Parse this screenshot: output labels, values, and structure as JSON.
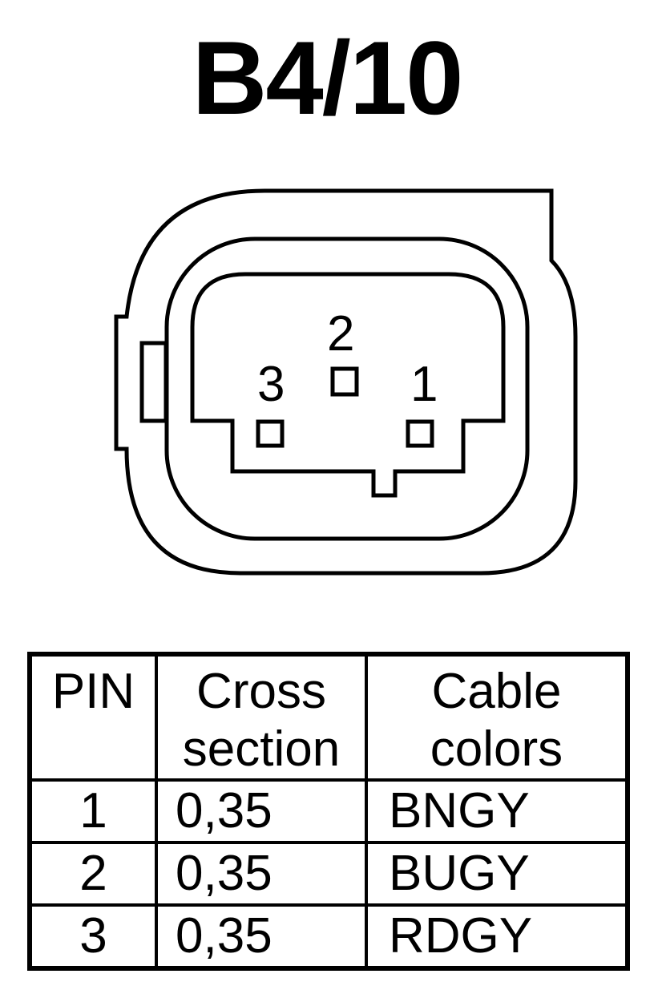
{
  "title": "B4/10",
  "connector": {
    "pin_labels": [
      "1",
      "2",
      "3"
    ]
  },
  "table": {
    "headers": {
      "pin": "PIN",
      "cross_section": [
        "Cross",
        "section"
      ],
      "cable_colors": [
        "Cable",
        "colors"
      ]
    },
    "rows": [
      {
        "pin": "1",
        "cross_section": "0,35",
        "color": "BNGY"
      },
      {
        "pin": "2",
        "cross_section": "0,35",
        "color": "BUGY"
      },
      {
        "pin": "3",
        "cross_section": "0,35",
        "color": "RDGY"
      }
    ]
  }
}
